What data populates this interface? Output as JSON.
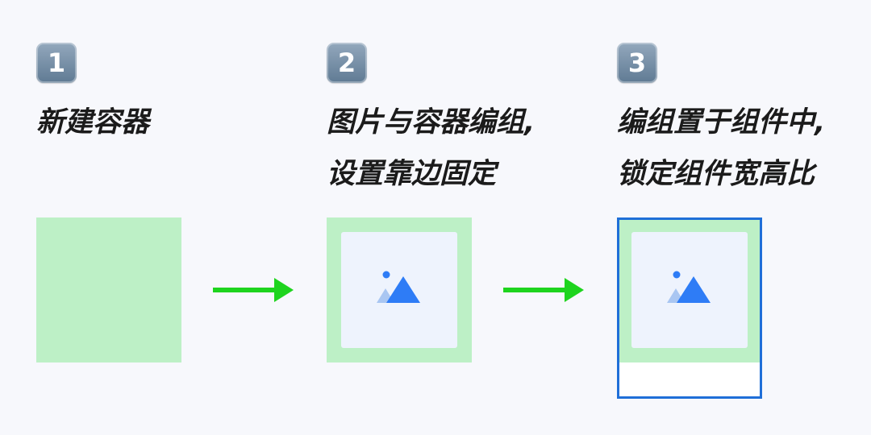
{
  "steps": [
    {
      "badge": "1",
      "title_lines": [
        "新建容器"
      ]
    },
    {
      "badge": "2",
      "title_lines": [
        "图片与容器编组,",
        "设置靠边固定"
      ]
    },
    {
      "badge": "3",
      "title_lines": [
        "编组置于组件中,",
        "锁定组件宽高比"
      ]
    }
  ],
  "colors": {
    "background": "#f7f8fc",
    "container_fill": "#bdf0c6",
    "image_placeholder_fill": "#eef3fd",
    "image_icon_dark": "#2e7cf6",
    "image_icon_light": "#a9c6f2",
    "component_border": "#1f6fd8",
    "arrow": "#1ed41e",
    "badge": "#6f8aa3"
  },
  "icons": {
    "step_badge": "keycap-number-icon",
    "placeholder": "image-placeholder-icon",
    "flow": "right-arrow-icon"
  }
}
